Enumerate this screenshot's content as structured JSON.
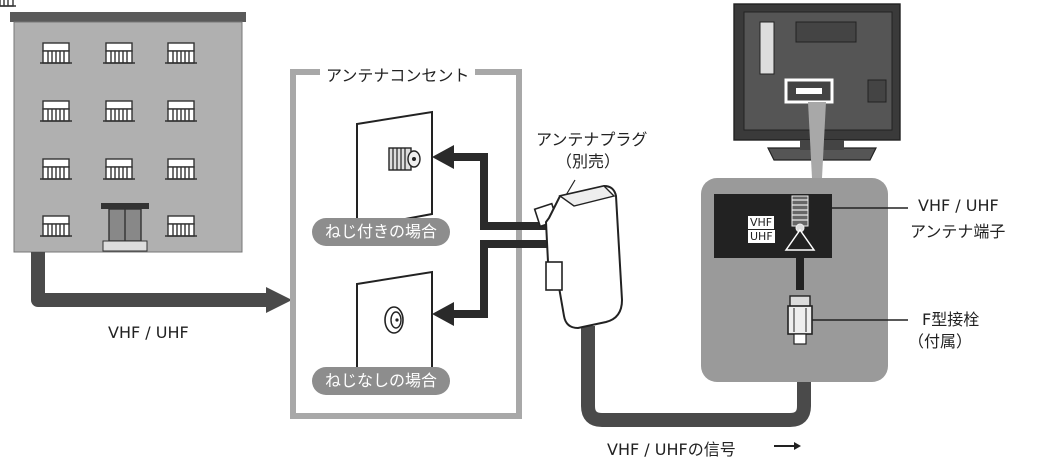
{
  "outlet_frame": {
    "title": "アンテナコンセント",
    "threaded_label": "ねじ付きの場合",
    "plain_label": "ねじなしの場合"
  },
  "building_signal_label": "VHF / UHF",
  "plug": {
    "label_line1": "アンテナプラグ",
    "label_line2": "（別売）"
  },
  "cable_signal_label": "VHF / UHFの信号",
  "tv_panel": {
    "terminal_mark_line1": "VHF",
    "terminal_mark_line2": "UHF",
    "terminal_label_line1": "VHF / UHF",
    "terminal_label_line2": "アンテナ端子",
    "connector_label_line1": "F型接栓",
    "connector_label_line2": "（付属）"
  },
  "colors": {
    "cable": "#4a4a4a",
    "frame": "#a8a8a8",
    "panel": "#9a9a9a",
    "pill": "#8d8d8d"
  }
}
